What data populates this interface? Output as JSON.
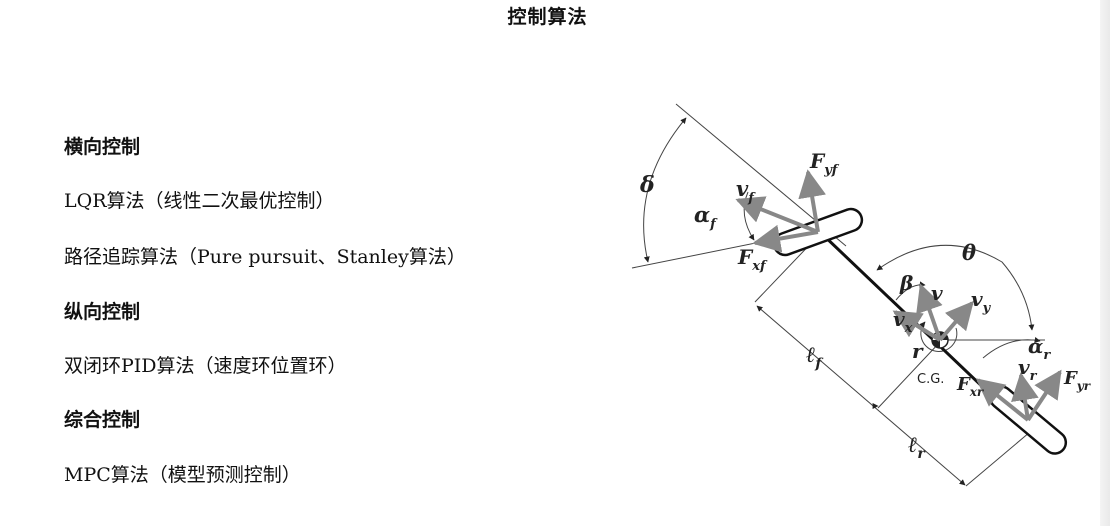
{
  "title": "控制算法",
  "sections": [
    {
      "heading": "横向控制",
      "items": [
        "LQR算法（线性二次最优控制）",
        "路径追踪算法（Pure pursuit、Stanley算法）"
      ]
    },
    {
      "heading": "纵向控制",
      "items": [
        "双闭环PID算法（速度环位置环）"
      ]
    },
    {
      "heading": "综合控制",
      "items": [
        "MPC算法（模型预测控制）"
      ]
    }
  ],
  "diagram": {
    "labels": {
      "delta": "δ",
      "alpha_f": "α",
      "alpha_f_sub": "f",
      "v_f": "v",
      "v_f_sub": "f",
      "F_yf": "F",
      "F_yf_sub": "yf",
      "F_xf": "F",
      "F_xf_sub": "xf",
      "theta": "θ",
      "beta": "β",
      "v": "v",
      "v_x": "v",
      "v_x_sub": "x",
      "v_y": "v",
      "v_y_sub": "y",
      "r": "r",
      "cg": "C.G.",
      "alpha_r": "α",
      "alpha_r_sub": "r",
      "v_r": "v",
      "v_r_sub": "r",
      "F_xr": "F",
      "F_xr_sub": "xr",
      "F_yr": "F",
      "F_yr_sub": "yr",
      "l_f": "ℓ",
      "l_f_sub": "f",
      "l_r": "ℓ",
      "l_r_sub": "r"
    }
  }
}
